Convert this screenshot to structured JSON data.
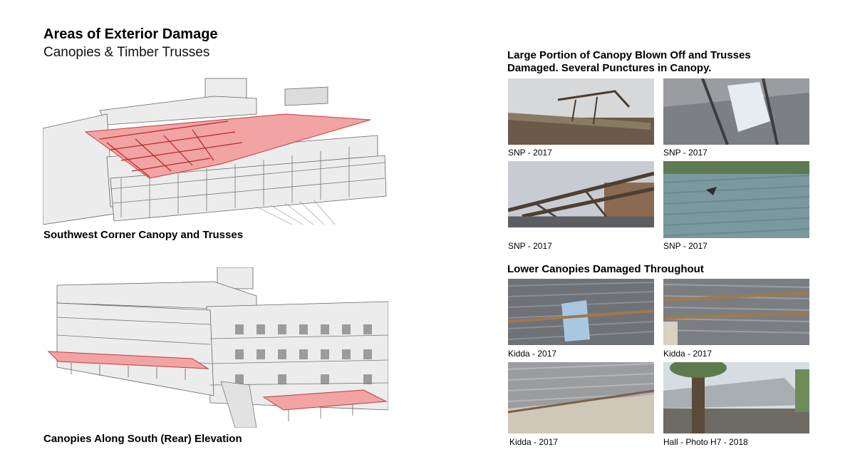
{
  "header": {
    "title": "Areas of Exterior Damage",
    "subtitle": "Canopies & Timber Trusses"
  },
  "left": {
    "caption_top": "Southwest Corner Canopy and Trusses",
    "caption_bottom": "Canopies Along South (Rear) Elevation"
  },
  "right": {
    "section1": {
      "heading_line1": "Large Portion of Canopy Blown Off and Trusses",
      "heading_line2": "Damaged.  Several Punctures in Canopy.",
      "photos": [
        {
          "caption": "SNP - 2017"
        },
        {
          "caption": "SNP - 2017"
        },
        {
          "caption": "SNP - 2017"
        },
        {
          "caption": "SNP - 2017"
        }
      ]
    },
    "section2": {
      "heading": "Lower Canopies Damaged Throughout",
      "photos": [
        {
          "caption": "Kidda - 2017"
        },
        {
          "caption": "Kidda - 2017"
        },
        {
          "caption": "Kidda - 2017"
        },
        {
          "caption": "Hall - Photo H7 - 2018"
        }
      ]
    }
  },
  "colors": {
    "damage_highlight": "#f28b8b",
    "drawing_line": "#555555",
    "drawing_fill": "#e6e6e6"
  }
}
